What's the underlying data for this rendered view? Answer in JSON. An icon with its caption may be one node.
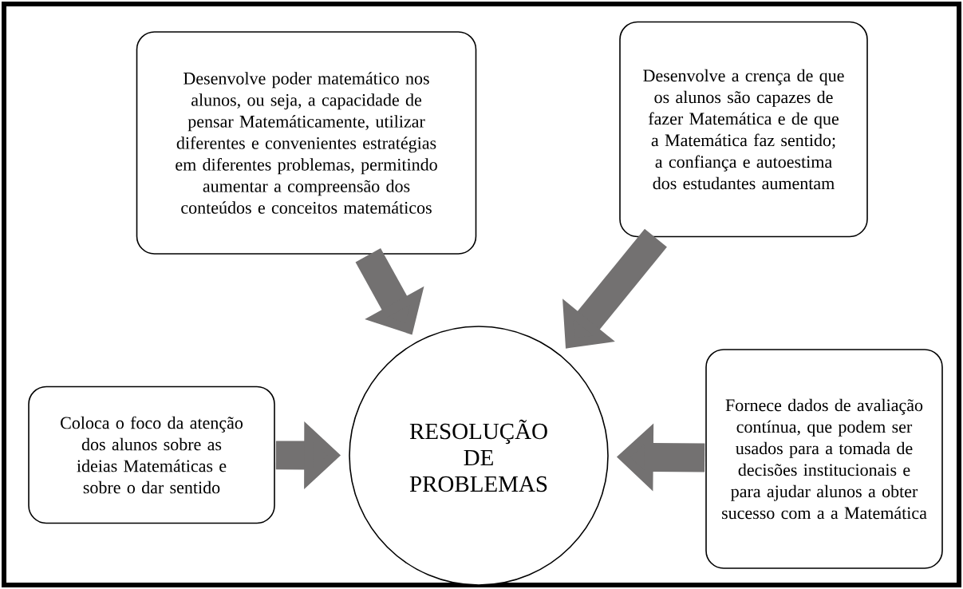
{
  "diagram": {
    "nodes": [
      {
        "text": [
          "Desenvolve poder matemático nos alunos, ou seja, a capacidade de pensar Matemáticamente, utilizar diferentes e convenientes estratégias em diferentes problemas, permitindo aumentar a compreensão dos conteúdos e conceitos matemáticos"
        ]
      },
      {
        "text": [
          "Desenvolve a crença de que os alunos são capazes de fazer Matemática e de que a Matemática faz sentido; a confiança e autoestima dos estudantes aumentam"
        ]
      },
      {
        "text": [
          "Coloca o foco da atenção dos alunos sobre as ideias Matemáticas e sobre o dar sentido"
        ]
      },
      {
        "text": [
          "RESOLUÇÃO DE PROBLEMAS"
        ]
      },
      {
        "text": [
          "Fornece dados de avaliação contínua, que podem ser usados para a tomada de decisões institucionais e para ajudar alunos a obter sucesso com a a Matemática"
        ]
      }
    ],
    "edges": [
      {
        "from": 0,
        "to": 3,
        "arrow": "to"
      },
      {
        "from": 1,
        "to": 3,
        "arrow": "to"
      },
      {
        "from": 2,
        "to": 3,
        "arrow": "to"
      },
      {
        "from": 4,
        "to": 3,
        "arrow": "to"
      }
    ]
  }
}
